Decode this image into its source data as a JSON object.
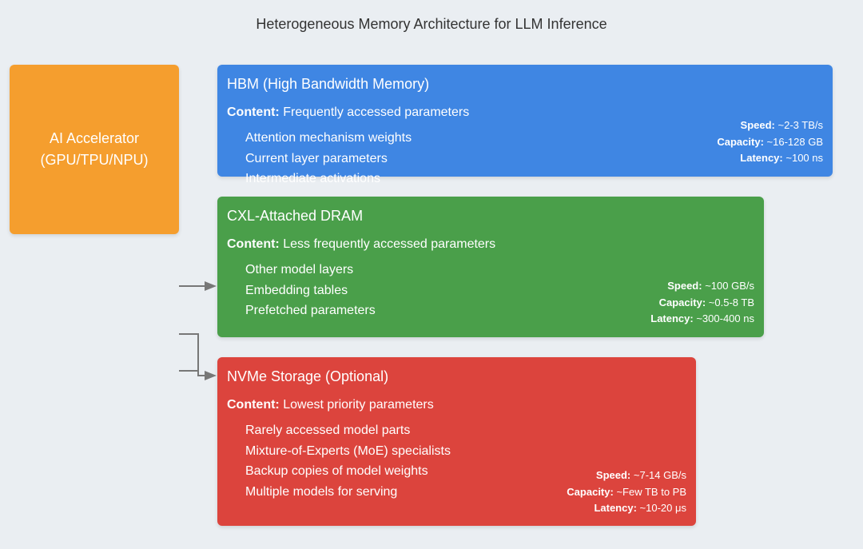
{
  "title": "Heterogeneous Memory Architecture for LLM Inference",
  "accelerator": {
    "line1": "AI Accelerator",
    "line2": "(GPU/TPU/NPU)"
  },
  "tiers": [
    {
      "name": "HBM (High Bandwidth Memory)",
      "content_label": "Content:",
      "content": "Frequently accessed parameters",
      "items": [
        "Attention mechanism weights",
        "Current layer parameters",
        "Intermediate activations"
      ],
      "speed": "~2-3 TB/s",
      "capacity": "~16-128 GB",
      "latency": "~100 ns",
      "color": "#3f86e3"
    },
    {
      "name": "CXL-Attached DRAM",
      "content_label": "Content:",
      "content": "Less frequently accessed parameters",
      "items": [
        "Other model layers",
        "Embedding tables",
        "Prefetched parameters"
      ],
      "speed": "~100 GB/s",
      "capacity": "~0.5-8 TB",
      "latency": "~300-400 ns",
      "color": "#4a9f4a"
    },
    {
      "name": "NVMe Storage (Optional)",
      "content_label": "Content:",
      "content": "Lowest priority parameters",
      "items": [
        "Rarely accessed model parts",
        "Mixture-of-Experts (MoE) specialists",
        "Backup copies of model weights",
        "Multiple models for serving"
      ],
      "speed": "~7-14 GB/s",
      "capacity": "~Few TB to PB",
      "latency": "~10-20 μs",
      "color": "#dc443d"
    }
  ],
  "labels": {
    "speed": "Speed:",
    "capacity": "Capacity:",
    "latency": "Latency:"
  }
}
